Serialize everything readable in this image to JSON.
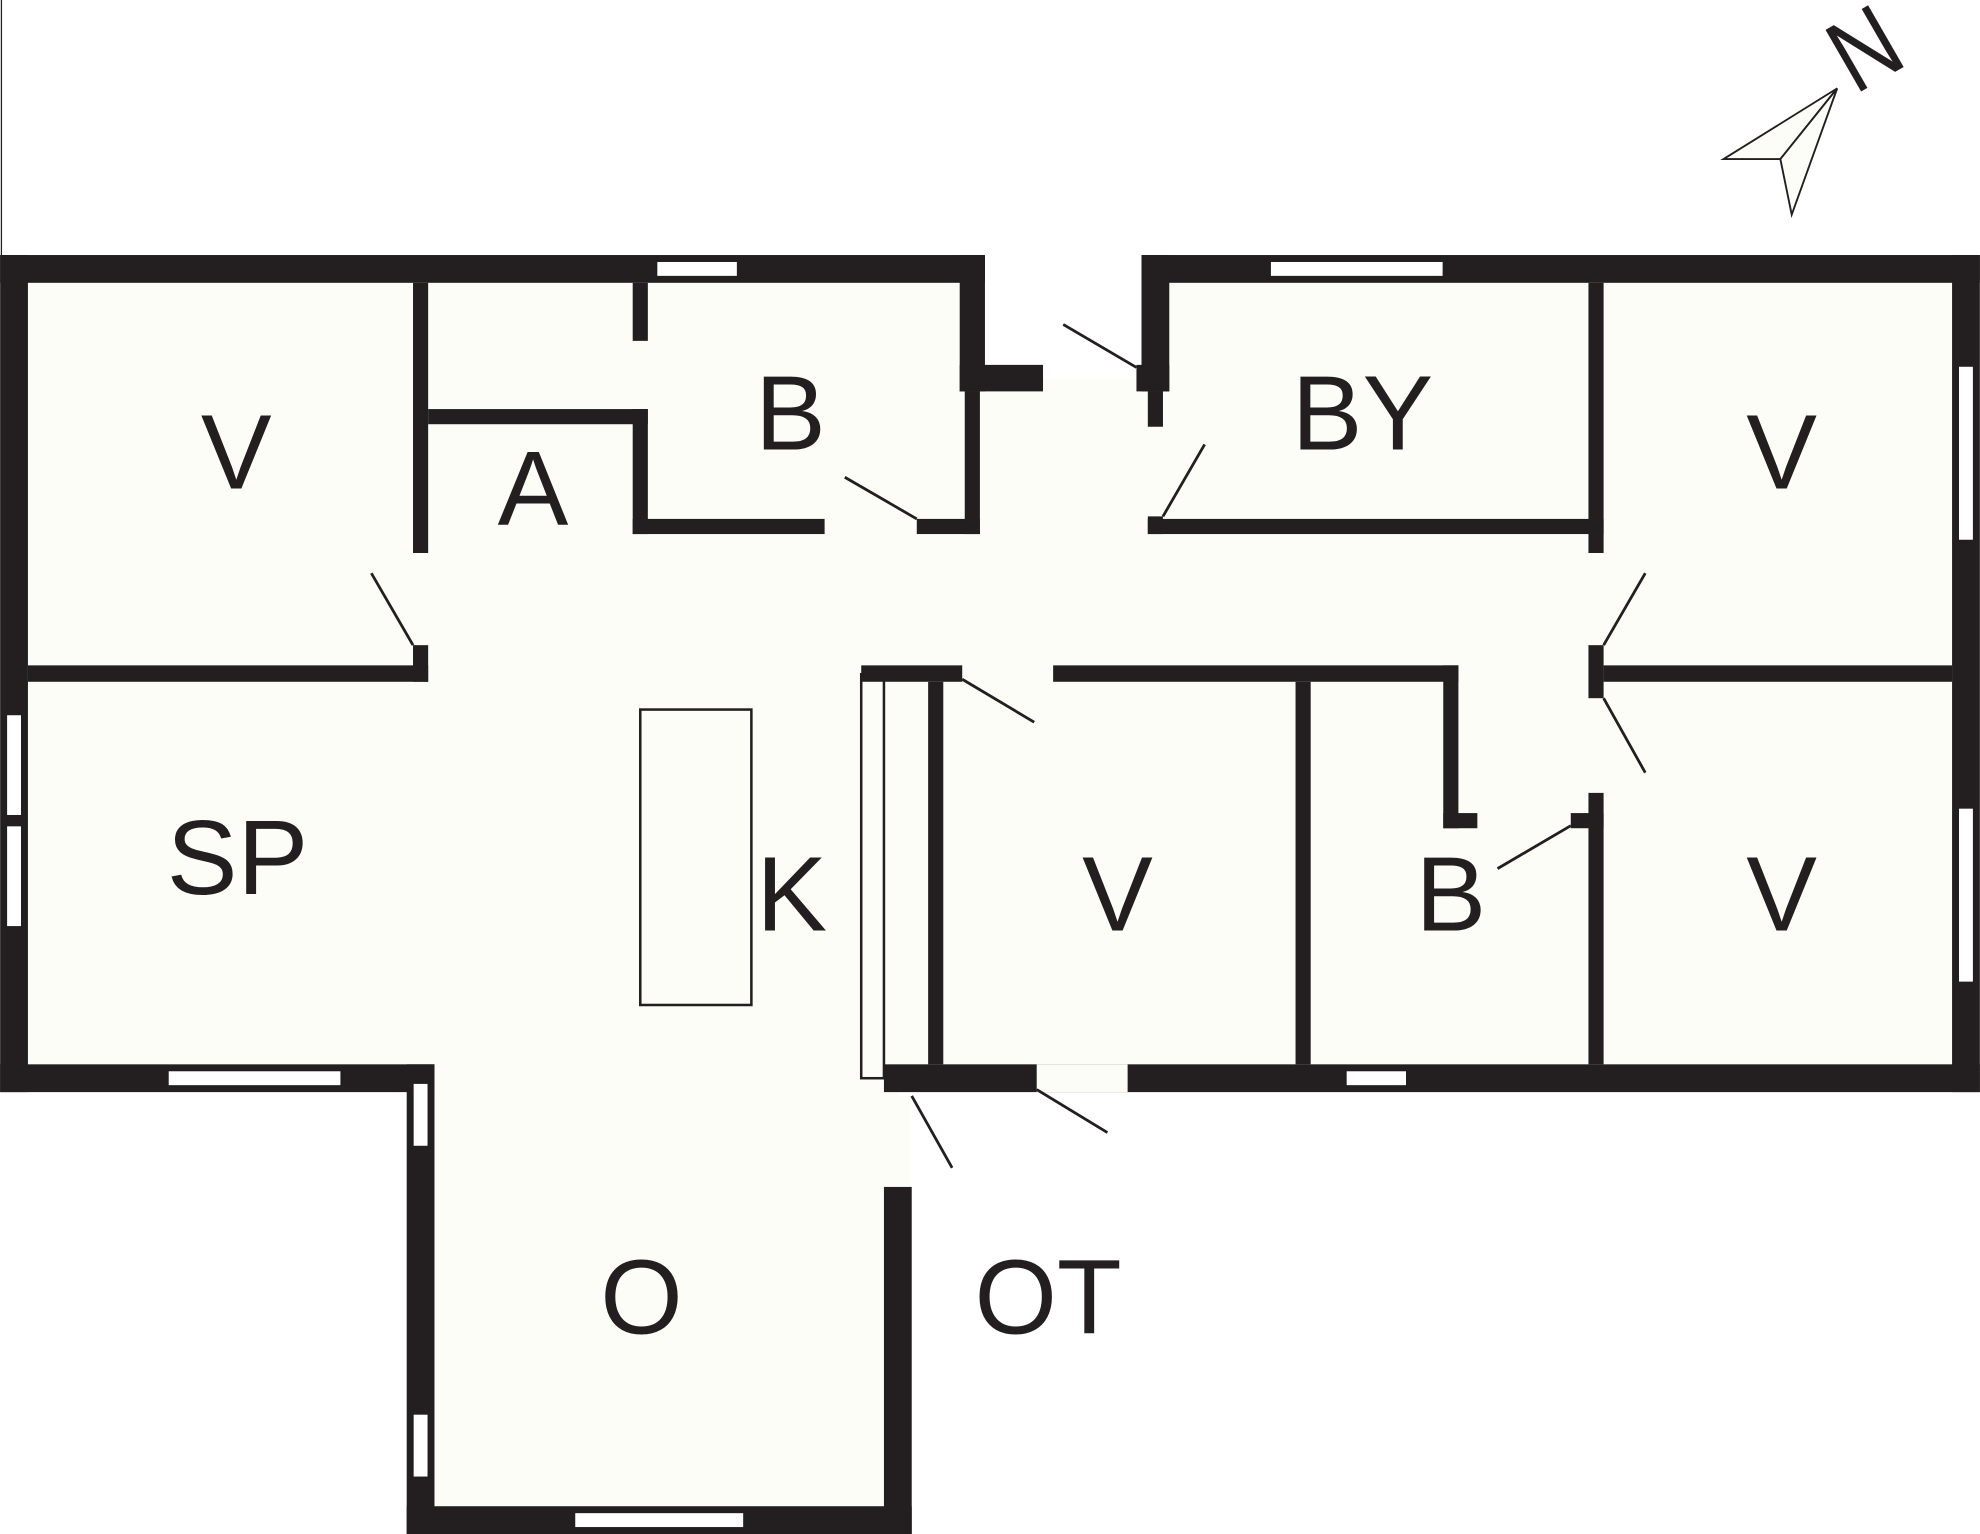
{
  "title": "Floor plan",
  "colors": {
    "wall": "#231f20",
    "floor": "#fdfdf8"
  },
  "compass": {
    "label": "N",
    "icon": "north-arrow-icon"
  },
  "rooms": [
    {
      "id": "v1",
      "label": "V"
    },
    {
      "id": "a",
      "label": "A"
    },
    {
      "id": "b1",
      "label": "B"
    },
    {
      "id": "by",
      "label": "BY"
    },
    {
      "id": "v2",
      "label": "V"
    },
    {
      "id": "sp",
      "label": "SP"
    },
    {
      "id": "k",
      "label": "K"
    },
    {
      "id": "v3",
      "label": "V"
    },
    {
      "id": "b2",
      "label": "B"
    },
    {
      "id": "v4",
      "label": "V"
    },
    {
      "id": "o",
      "label": "O"
    },
    {
      "id": "ot",
      "label": "OT"
    }
  ]
}
